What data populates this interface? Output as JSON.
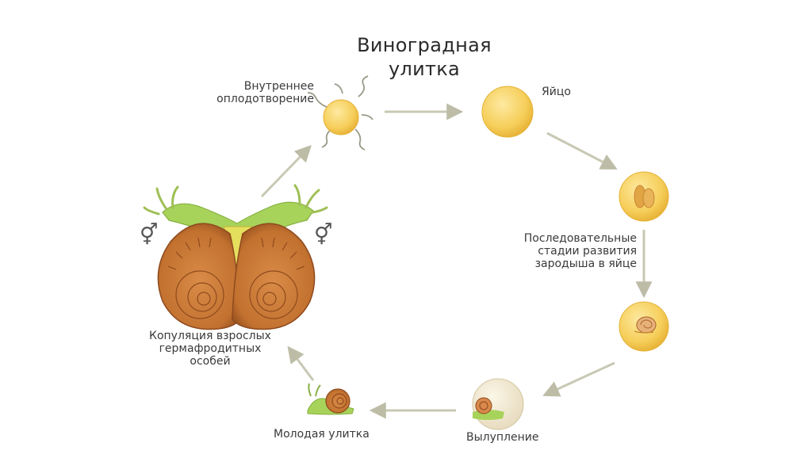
{
  "title": {
    "line1": "Виноградная",
    "line2": "улитка"
  },
  "labels": {
    "fertilization": {
      "line1": "Внутреннее",
      "line2": "оплодотворение"
    },
    "egg": "Яйцо",
    "stages": {
      "line1": "Последовательные",
      "line2": "стадии развития",
      "line3": "зародыша в яйце"
    },
    "hatching": "Вылупление",
    "young": "Молодая улитка",
    "copulation": {
      "line1": "Копуляция взрослых",
      "line2": "гермафродитных",
      "line3": "особей"
    }
  },
  "symbols": {
    "hermaphrodite": "⚥"
  },
  "colors": {
    "arrow": "#c8c8b4",
    "egg_fill": "#f6cf5b",
    "egg_stroke": "#e0ad2c",
    "shell": "#c97a3c",
    "shell_dark": "#8e4a1e",
    "body_green": "#a7d35a",
    "text": "#3a3a3a"
  }
}
